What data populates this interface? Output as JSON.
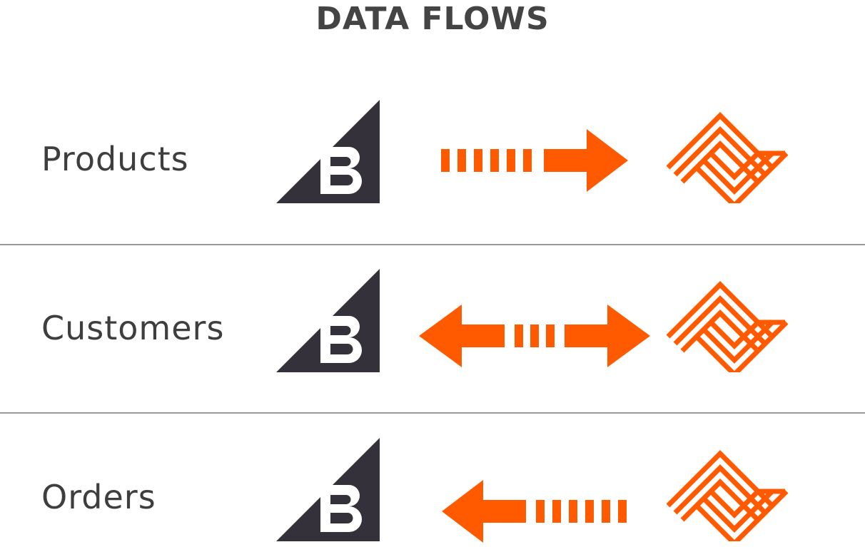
{
  "title": "DATA FLOWS",
  "colors": {
    "text": "#3e3e3e",
    "title": "#444444",
    "accent": "#ff5a00",
    "logo_dark": "#34313a",
    "divider": "#9a9a9a"
  },
  "rows": [
    {
      "label": "Products",
      "direction": "to-right"
    },
    {
      "label": "Customers",
      "direction": "bidirectional"
    },
    {
      "label": "Orders",
      "direction": "to-left"
    }
  ]
}
